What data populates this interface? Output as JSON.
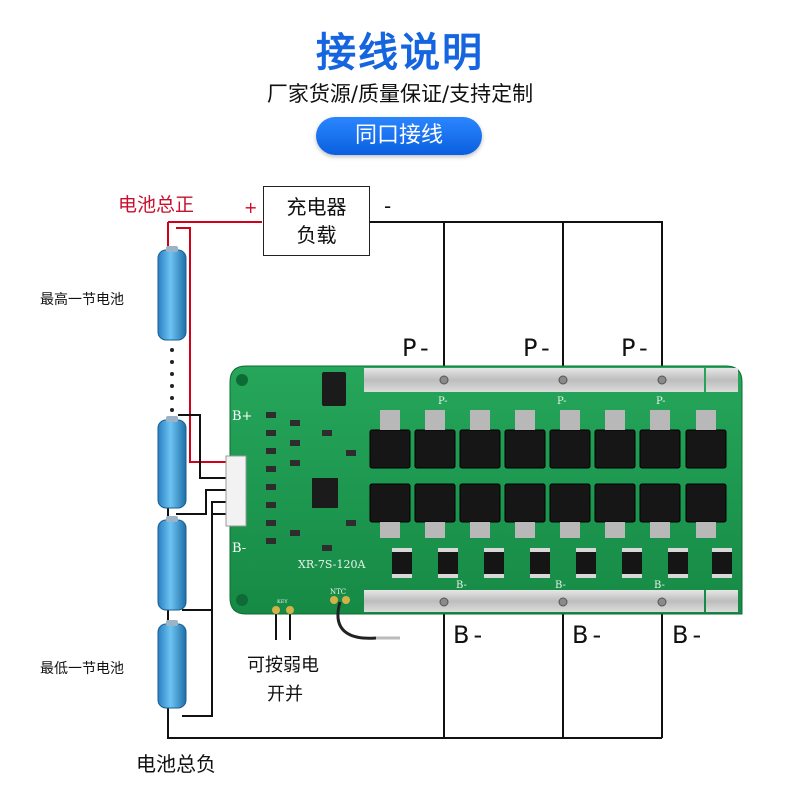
{
  "header": {
    "title": "接线说明",
    "subtitle": "厂家货源/质量保证/支持定制",
    "mode_badge": "同口接线"
  },
  "charger": {
    "line1": "充电器",
    "line2": "负载",
    "plus": "+",
    "minus": "-"
  },
  "labels": {
    "battery_total_positive": "电池总正",
    "battery_total_negative": "电池总负",
    "highest_cell": "最高一节电池",
    "lowest_cell": "最低一节电池",
    "switch_line1": "可按弱电",
    "switch_line2": "开并",
    "p_minus": "P-",
    "b_minus": "B-",
    "board_b_plus": "B+",
    "board_b_minus": "B-",
    "board_model": "XR-7S-120A",
    "board_p_silk": "P-",
    "board_ntc": "NTC",
    "board_key": "KEY"
  },
  "colors": {
    "title_blue": "#1565e0",
    "positive_red": "#d0021b",
    "board_green": "#1f9a52",
    "cell_blue": "#3aa0dd",
    "wire_black": "#111111"
  }
}
